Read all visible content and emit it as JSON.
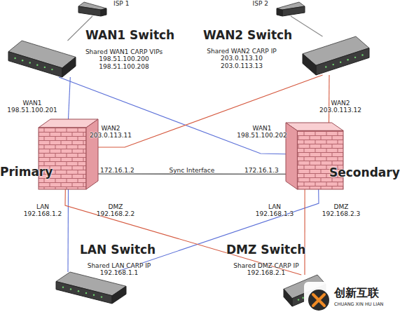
{
  "diagram": {
    "nodes": [
      {
        "text": [
          "ISP 1"
        ]
      },
      {
        "text": [
          "ISP 2"
        ]
      },
      {
        "text": [
          "WAN1 Switch",
          "Shared WAN1 CARP VIPs 198.51.100.200 198.51.100.208"
        ]
      },
      {
        "text": [
          "WAN2 Switch",
          "Shared WAN2 CARP IP 203.0.113.10 203.0.113.13"
        ]
      },
      {
        "text": [
          "Primary"
        ]
      },
      {
        "text": [
          "Secondary"
        ]
      },
      {
        "text": [
          "LAN Switch",
          "Shared LAN CARP IP 192.168.1.1"
        ]
      },
      {
        "text": [
          "DMZ Switch",
          "Shared DMZ CARP IP 192.168.2.1"
        ]
      }
    ],
    "edges": [
      {
        "from": 0,
        "to": 2,
        "arrow": "none"
      },
      {
        "from": 1,
        "to": 3,
        "arrow": "none"
      },
      {
        "from": 2,
        "to": 4,
        "arrow": "none"
      },
      {
        "from": 2,
        "to": 5,
        "arrow": "none"
      },
      {
        "from": 3,
        "to": 4,
        "arrow": "none"
      },
      {
        "from": 3,
        "to": 5,
        "arrow": "none"
      },
      {
        "from": 4,
        "to": 5,
        "label": "Sync Interface",
        "arrow": "none"
      },
      {
        "from": 4,
        "to": 6,
        "arrow": "none"
      },
      {
        "from": 5,
        "to": 6,
        "arrow": "none"
      },
      {
        "from": 4,
        "to": 7,
        "arrow": "none"
      },
      {
        "from": 5,
        "to": 7,
        "arrow": "none"
      }
    ],
    "labels": [
      "WAN1 198.51.100.201",
      "WAN2 203.0.113.11",
      "WAN1 198.51.100.202",
      "WAN2 203.0.113.12",
      "172.16.1.2",
      "172.16.1.3",
      "LAN 192.168.1.2",
      "DMZ 192.168.2.2",
      "LAN 192.168.1.3",
      "DMZ 192.168.2.3",
      "创新互联",
      "CHUANG XIN HU LIAN"
    ]
  }
}
